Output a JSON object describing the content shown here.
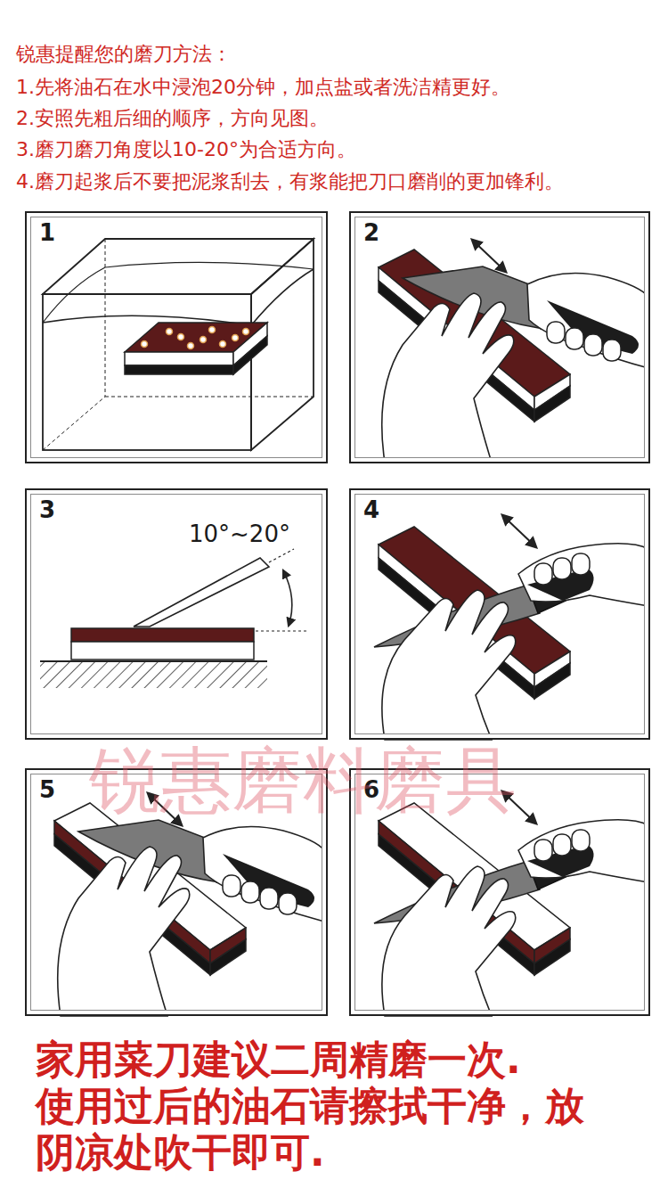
{
  "diagram": {
    "title": "锐惠提醒您的磨刀方法：",
    "nodes": [
      {
        "text": [
          "1"
        ]
      },
      {
        "text": [
          "2"
        ]
      },
      {
        "text": [
          "3"
        ]
      },
      {
        "text": [
          "4"
        ]
      },
      {
        "text": [
          "5"
        ]
      },
      {
        "text": [
          "6"
        ]
      }
    ],
    "labels": [
      "1.先将油石在水中浸泡20分钟，加点盐或者洗洁精更好。",
      "2.安照先粗后细的顺序，方向见图。",
      "3.磨刀磨刀角度以10-20°为合适方向。",
      "4.磨刀起浆后不要把泥浆刮去，有浆能把刀口磨削的更加锋利。",
      "10°~20°",
      "锐惠磨料磨具",
      "家用菜刀建议二周精磨一次.",
      "使用过后的油石请擦拭干净，放阴凉处吹干即可."
    ]
  }
}
